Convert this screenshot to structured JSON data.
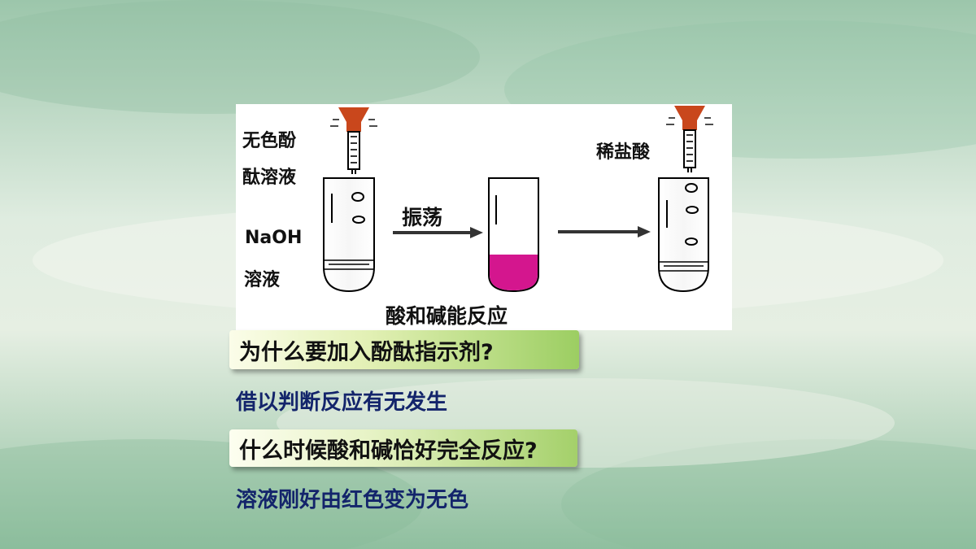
{
  "labels": {
    "indicator_line1": "无色酚",
    "indicator_line2": "酞溶液",
    "naoh": "NaOH",
    "naoh_solution": "溶液",
    "shake": "振荡",
    "caption": "酸和碱能反应",
    "hcl": "稀盐酸"
  },
  "qa": {
    "q1": "为什么要加入酚酞指示剂?",
    "a1": "借以判断反应有无发生",
    "q2": "什么时候酸和碱恰好完全反应?",
    "a2": "溶液刚好由红色变为无色"
  },
  "colors": {
    "background": "#a9cdb5",
    "dropper_bulb": "#c9471c",
    "magenta_solution": "#d4168e",
    "question_box_light": "#f6fbe0",
    "question_box_dark": "#9cce62",
    "answer_text": "#13246b"
  }
}
